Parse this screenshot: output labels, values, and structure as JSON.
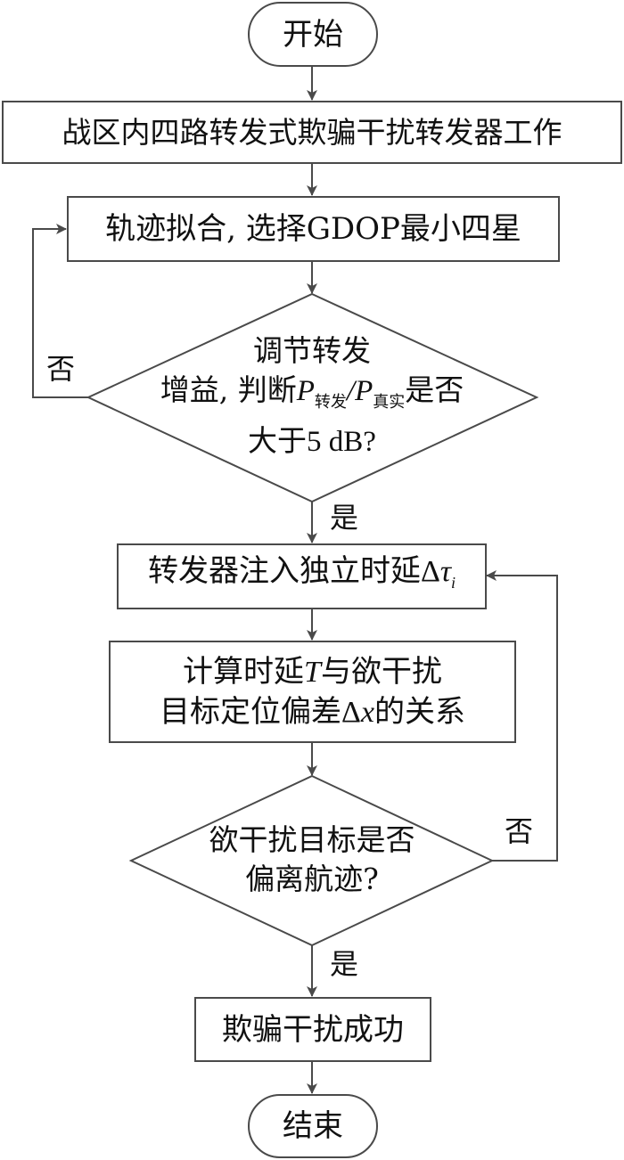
{
  "diagram": {
    "type": "flowchart",
    "nodes": {
      "start": {
        "label": "开始"
      },
      "step1": {
        "label": "战区内四路转发式欺骗干扰转发器工作"
      },
      "step2": {
        "label": "轨迹拟合, 选择GDOP最小四星"
      },
      "decision1": {
        "line1": "调节转发",
        "line2_prefix": "增益, 判断",
        "var_p": "P",
        "sub_forward": "转发",
        "slash": "/",
        "sub_real": "真实",
        "line2_suffix": "是否",
        "line3": "大于5 dB?"
      },
      "step3": {
        "label": "转发器注入独立时延",
        "delta": "Δ",
        "tau": "τ",
        "tau_sub": "i"
      },
      "step4": {
        "line1_prefix": "计算时延",
        "var_t": "T",
        "line1_suffix": "与欲干扰",
        "line2_prefix": "目标定位偏差",
        "delta_x": "Δ",
        "var_x": "x",
        "line2_suffix": "的关系"
      },
      "decision2": {
        "line1": "欲干扰目标是否",
        "line2": "偏离航迹?"
      },
      "step5": {
        "label": "欺骗干扰成功"
      },
      "end": {
        "label": "结束"
      }
    },
    "edge_labels": {
      "d1_no": "否",
      "d1_yes": "是",
      "d2_no": "否",
      "d2_yes": "是"
    },
    "edges": [
      {
        "from": "start",
        "to": "step1"
      },
      {
        "from": "step1",
        "to": "step2"
      },
      {
        "from": "step2",
        "to": "decision1"
      },
      {
        "from": "decision1",
        "to": "step2",
        "label": "否"
      },
      {
        "from": "decision1",
        "to": "step3",
        "label": "是"
      },
      {
        "from": "step3",
        "to": "step4"
      },
      {
        "from": "step4",
        "to": "decision2"
      },
      {
        "from": "decision2",
        "to": "step3",
        "label": "否"
      },
      {
        "from": "decision2",
        "to": "step5",
        "label": "是"
      },
      {
        "from": "step5",
        "to": "end"
      }
    ],
    "colors": {
      "stroke": "#4a4a4a",
      "text": "#111111",
      "background": "#ffffff"
    }
  }
}
